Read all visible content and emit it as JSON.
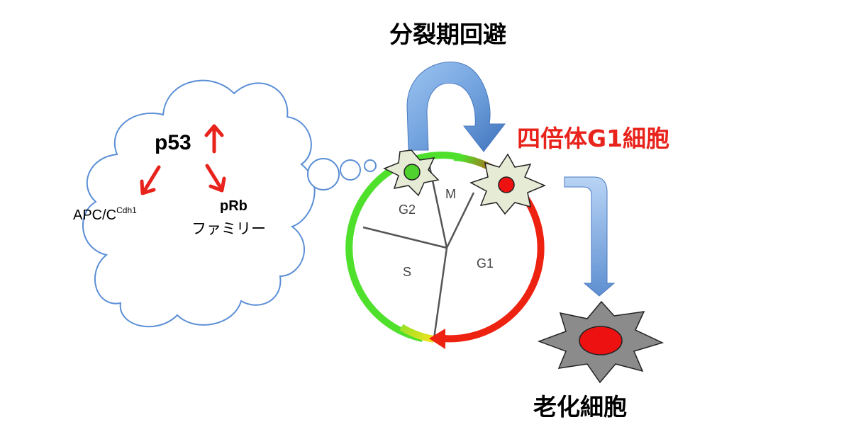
{
  "texts": {
    "mitosis_skip": "分裂期回避",
    "tetraploid_g1": "四倍体G1細胞",
    "senescent_cell": "老化細胞",
    "p53": "p53",
    "apc_main": "APC/C",
    "apc_sup": "Cdh1",
    "prb": "pRb",
    "family": "ファミリー",
    "phase_m": "M",
    "phase_g2": "G2",
    "phase_s": "S",
    "phase_g1": "G1"
  },
  "colors": {
    "cloud_stroke": "#5b8fd6",
    "regulation_arrow": "#e8231c",
    "highlight_text": "#e8231c",
    "ring_green": "#4fe02c",
    "ring_yellow": "#f2e21e",
    "ring_red": "#ee2210",
    "cell_fill": "#e6ebd6",
    "senescent_fill": "#8b8b8b",
    "nucleus_green": "#4fd12e",
    "nucleus_red": "#ee1111",
    "flow_arrow": "#6fa2e0"
  },
  "icons": {
    "p53_trend": "up-arrow-icon",
    "apc_trend": "down-left-arrow-icon",
    "prb_trend": "down-right-arrow-icon"
  }
}
